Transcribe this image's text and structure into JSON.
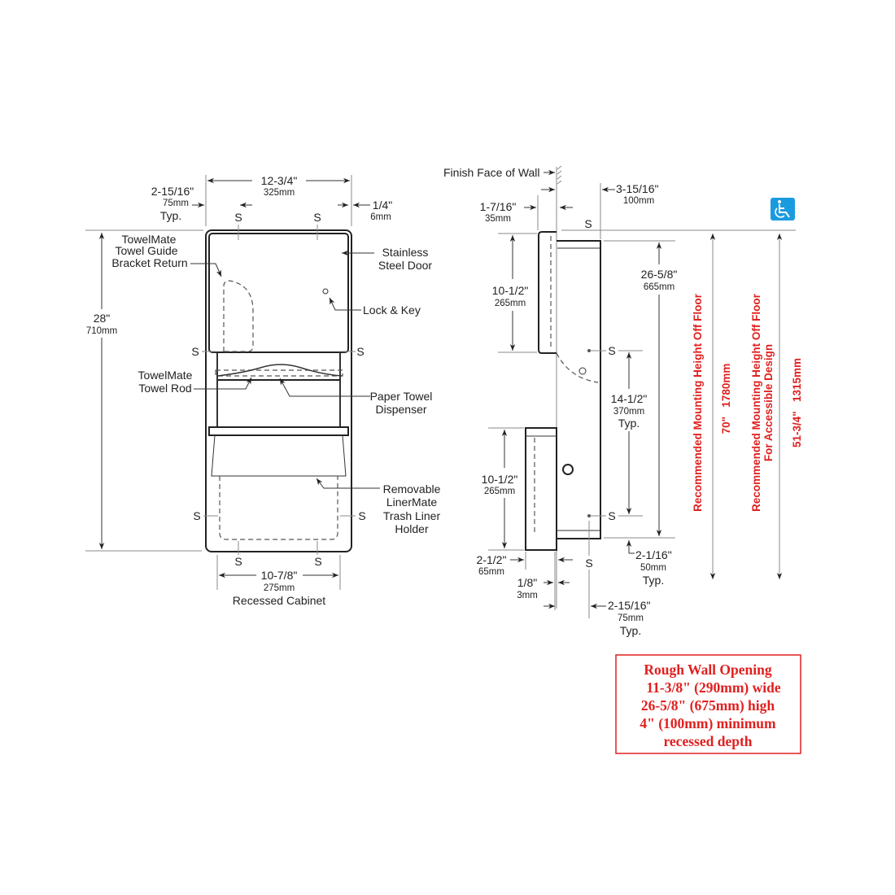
{
  "front_view": {
    "width_dim": "12-3/4\"",
    "width_mm": "325mm",
    "offset_dim": "2-15/16\"",
    "offset_mm": "75mm",
    "offset_typ": "Typ.",
    "flange_dim": "1/4\"",
    "flange_mm": "6mm",
    "height_dim": "28\"",
    "height_mm": "710mm",
    "recess_dim": "10-7/8\"",
    "recess_mm": "275mm",
    "recess_label": "Recessed Cabinet",
    "screw_label": "S",
    "callouts": {
      "guide": [
        "TowelMate",
        "Towel Guide",
        "Bracket Return"
      ],
      "door": [
        "Stainless",
        "Steel Door"
      ],
      "lock": "Lock & Key",
      "rod": [
        "TowelMate",
        "Towel Rod"
      ],
      "dispenser": [
        "Paper Towel",
        "Dispenser"
      ],
      "liner": [
        "Removable",
        "LinerMate",
        "Trash Liner",
        "Holder"
      ]
    }
  },
  "side_view": {
    "wall_label": "Finish Face of Wall",
    "door_proj": "1-7/16\"",
    "door_proj_mm": "35mm",
    "depth": "3-15/16\"",
    "depth_mm": "100mm",
    "upper_h": "10-1/2\"",
    "upper_h_mm": "265mm",
    "lower_h": "10-1/2\"",
    "lower_h_mm": "265mm",
    "overall": "26-5/8\"",
    "overall_mm": "665mm",
    "screw_sp": "14-1/2\"",
    "screw_sp_mm": "370mm",
    "typ": "Typ.",
    "bin_proj": "2-1/2\"",
    "bin_proj_mm": "65mm",
    "flange": "1/8\"",
    "flange_mm": "3mm",
    "bottom": "2-1/16\"",
    "bottom_mm": "50mm",
    "screw_off": "2-15/16\"",
    "screw_off_mm": "75mm",
    "screw_label": "S"
  },
  "mounting": {
    "standard_label": "Recommended Mounting Height Off Floor",
    "standard_value": "70\"   1780mm",
    "accessible_label": [
      "Recommended Mounting Height Off Floor",
      "For Accessible Design"
    ],
    "accessible_value": "51-3/4\"   1315mm",
    "icon": "wheelchair-accessible-icon",
    "icon_color": "#1a9be0",
    "text_color": "#e0201f"
  },
  "rough_opening": [
    "Rough Wall Opening",
    "11-3/8\" (290mm) wide",
    "26-5/8\" (675mm) high",
    "4\" (100mm) minimum",
    "recessed depth"
  ]
}
